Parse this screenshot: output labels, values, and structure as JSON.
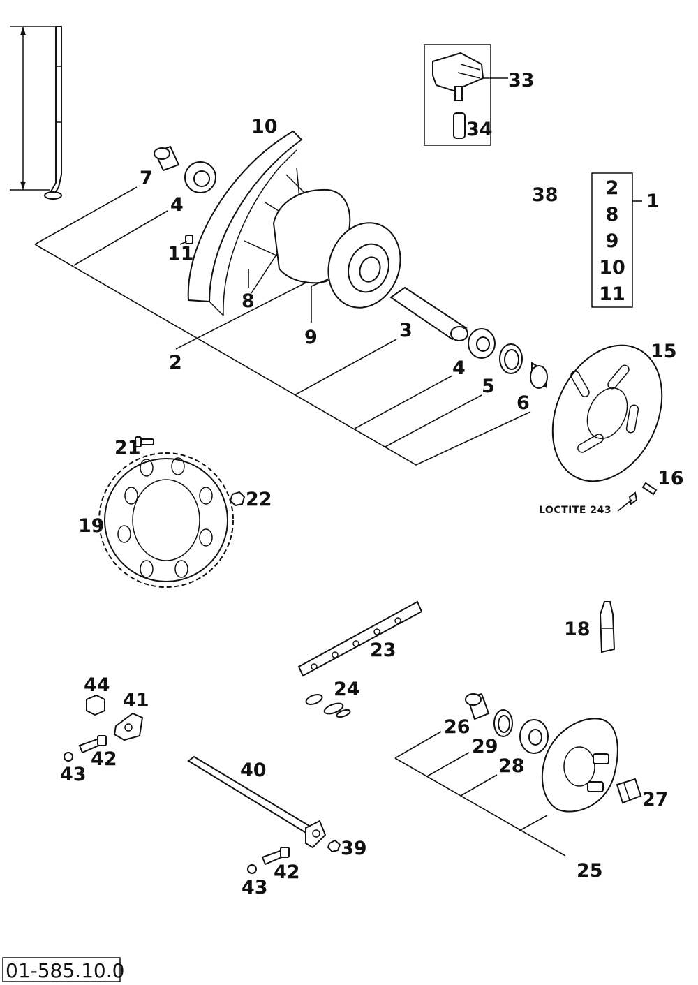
{
  "diagram_code": "01-585.10.0",
  "note_loctite": "LOCTITE 243",
  "kit_box_label": "1",
  "kit_items": [
    "2",
    "8",
    "9",
    "10",
    "11"
  ],
  "labels": {
    "p2": "2",
    "p3": "3",
    "p4a": "4",
    "p4b": "4",
    "p5": "5",
    "p6": "6",
    "p7": "7",
    "p8": "8",
    "p9": "9",
    "p10": "10",
    "p11": "11",
    "p15": "15",
    "p16": "16",
    "p18": "18",
    "p19": "19",
    "p21": "21",
    "p22": "22",
    "p23": "23",
    "p24": "24",
    "p25": "25",
    "p26": "26",
    "p27": "27",
    "p28": "28",
    "p29": "29",
    "p33": "33",
    "p34": "34",
    "p38": "38",
    "p39": "39",
    "p40": "40",
    "p41": "41",
    "p42a": "42",
    "p42b": "42",
    "p43a": "43",
    "p43b": "43",
    "p44": "44"
  }
}
